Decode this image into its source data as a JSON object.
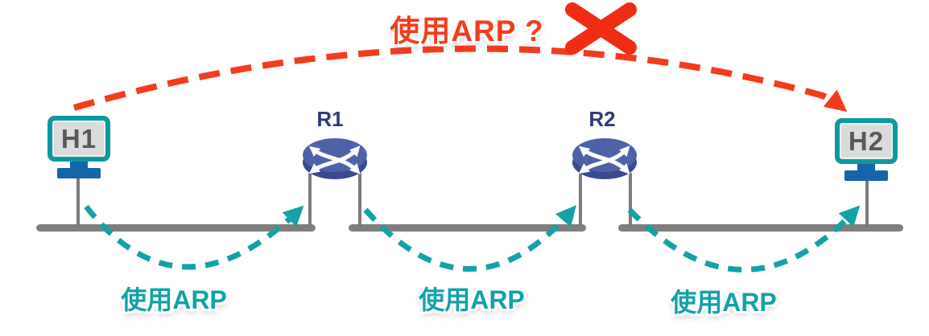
{
  "flows": {
    "end_to_end": {
      "label": "使用ARP ?",
      "result_icon": "cross",
      "color": "#f53b1e"
    },
    "per_segment": [
      {
        "label": "使用ARP"
      },
      {
        "label": "使用ARP"
      },
      {
        "label": "使用ARP"
      }
    ],
    "segment_arrow_color": "#12a2a8"
  },
  "nodes": {
    "h1": {
      "label": "H1",
      "type": "host"
    },
    "r1": {
      "label": "R1",
      "type": "router"
    },
    "r2": {
      "label": "R2",
      "type": "router"
    },
    "h2": {
      "label": "H2",
      "type": "host"
    }
  },
  "colors": {
    "flow_red": "#f53b1e",
    "cross_red": "#ee2d13",
    "arp_teal": "#12a2a8",
    "router_top": "#4e62a9",
    "router_rim": "#3a4a8c",
    "host_border_teal": "#0e98a0",
    "host_screen_gray": "#dadbdc",
    "host_stand_blue": "#1566a8",
    "segment_gray": "#7e7e7e",
    "router_label_navy": "#2e3a78",
    "host_text_gray": "#58595b"
  }
}
